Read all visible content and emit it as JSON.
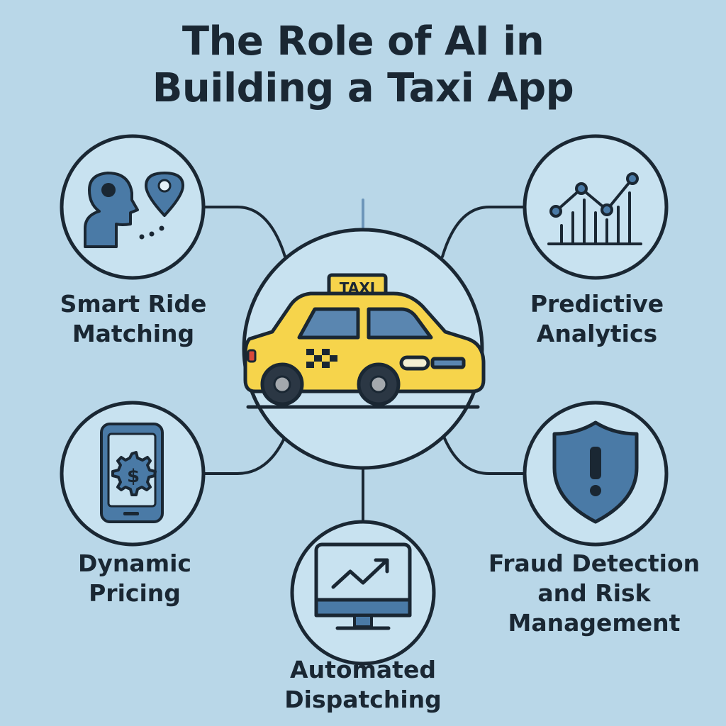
{
  "title": {
    "line1": "The Role of AI in",
    "line2": "Building a Taxi App"
  },
  "center": {
    "sign_text": "TAXI"
  },
  "nodes": {
    "smart_ride_matching": {
      "line1": "Smart Ride",
      "line2": "Matching",
      "icon": "person-location-icon"
    },
    "predictive_analytics": {
      "line1": "Predictive",
      "line2": "Analytics",
      "icon": "line-chart-icon"
    },
    "dynamic_pricing": {
      "line1": "Dynamic",
      "line2": "Pricing",
      "icon": "phone-dollar-gear-icon"
    },
    "automated_dispatching": {
      "line1": "Automated",
      "line2": "Dispatching",
      "icon": "monitor-trend-icon"
    },
    "fraud_detection": {
      "line1": "Fraud Detection",
      "line2": "and Risk",
      "line3": "Management",
      "icon": "shield-alert-icon"
    }
  },
  "colors": {
    "background": "#b9d7e8",
    "circle_fill": "#c8e2f0",
    "stroke": "#1a2733",
    "icon_blue": "#4a7aa6",
    "taxi_yellow": "#f6d44b",
    "window_blue": "#5a86b0"
  }
}
